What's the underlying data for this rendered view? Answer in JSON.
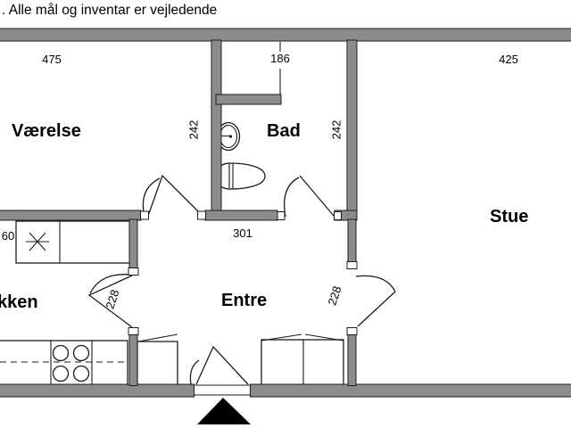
{
  "title": ". Alle mål og inventar er vejledende",
  "rooms": {
    "vaerelse": "Værelse",
    "bad": "Bad",
    "stue": "Stue",
    "entre": "Entre",
    "koekken_partial": "kken"
  },
  "dimensions": {
    "vaerelse_width": "475",
    "bad_width": "186",
    "stue_width": "425",
    "vaerelse_depth": "242",
    "bad_depth": "242",
    "entre_width": "301",
    "counter_depth": "60",
    "koekken_door": "228",
    "stue_door": "228"
  },
  "icons": {
    "entrance_arrow": "▲",
    "sink_drain_star": "✳",
    "washbasin": "oval basin with tap",
    "toilet": "egg shape with cistern lines",
    "stove_burners": "four circles"
  },
  "colors": {
    "wall_fill": "#8c8c8c",
    "line": "#1c1c1c",
    "background": "#ffffff",
    "arrow_fill": "#000000"
  }
}
